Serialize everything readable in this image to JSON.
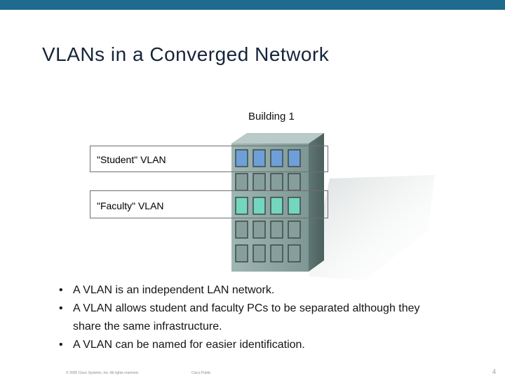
{
  "slide": {
    "title": "VLANs in a Converged Network"
  },
  "diagram": {
    "building_label": "Building 1",
    "vlans": [
      {
        "label": "\"Student\" VLAN",
        "color": "#6f9fd8"
      },
      {
        "label": "\"Faculty\" VLAN",
        "color": "#74d6be"
      }
    ],
    "building_color": "#8fa8a4"
  },
  "bullets": [
    "A VLAN is an independent LAN network.",
    "A VLAN allows student and faculty PCs to be separated although they share the same infrastructure.",
    "A VLAN can be named for easier identification."
  ],
  "footer": {
    "copyright": "© 2006 Cisco Systems, Inc. All rights reserved.",
    "classification": "Cisco Public",
    "page": "4"
  },
  "colors": {
    "top_bar": "#1f6a8f",
    "title": "#16243a"
  }
}
